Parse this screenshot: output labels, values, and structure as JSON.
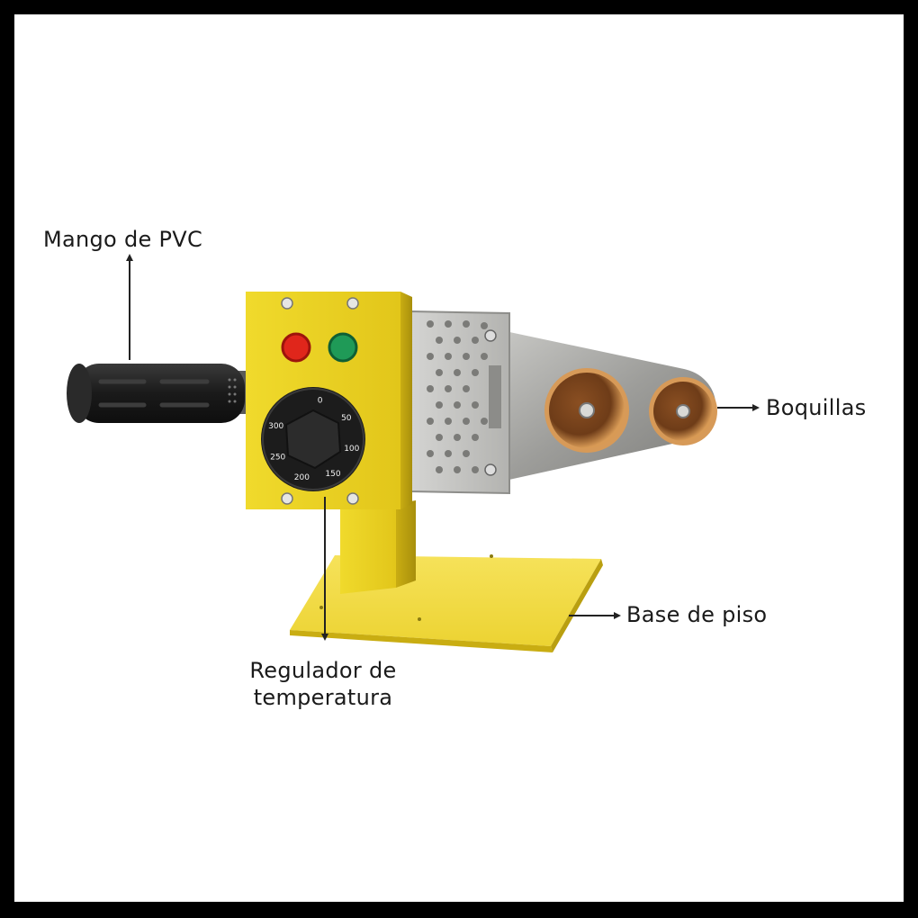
{
  "labels": {
    "mango": "Mango de PVC",
    "boquillas": "Boquillas",
    "base": "Base de piso",
    "regulador_line1": "Regulador de",
    "regulador_line2": "temperatura"
  },
  "dial": {
    "ticks": [
      "0",
      "50",
      "100",
      "150",
      "200",
      "250",
      "300"
    ]
  },
  "colors": {
    "body_yellow": "#e8cf1e",
    "base_yellow": "#f2dd45",
    "red_lamp": "#e0261b",
    "green_lamp": "#1f9a57",
    "nozzle_copper": "#c07a3a",
    "handle_black": "#1c1c1c",
    "plate_steel": "#a9a9a6"
  }
}
